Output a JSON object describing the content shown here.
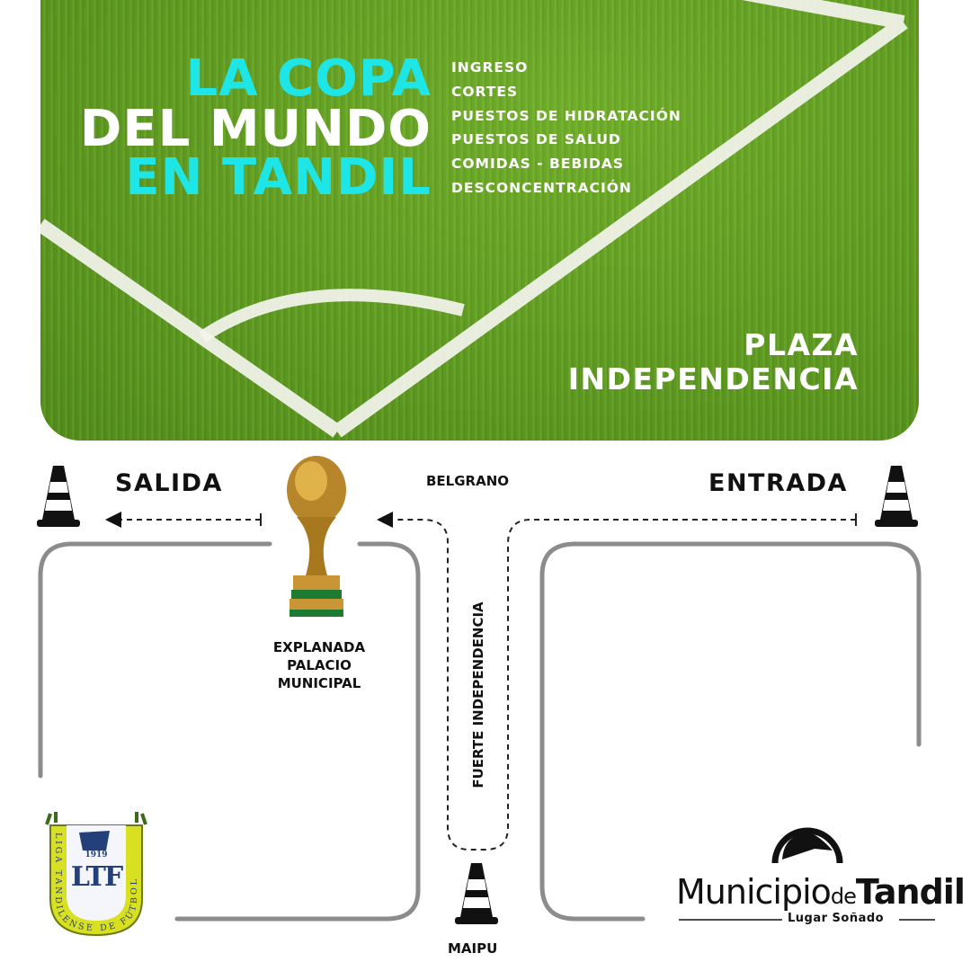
{
  "title": {
    "line1": "LA COPA",
    "line2": "DEL MUNDO",
    "line3": "EN TANDIL"
  },
  "legend_items": [
    "INGRESO",
    "CORTES",
    "PUESTOS DE HIDRATACIÓN",
    "PUESTOS DE SALUD",
    "COMIDAS - BEBIDAS",
    "DESCONCENTRACIÓN"
  ],
  "plaza": {
    "line1": "PLAZA",
    "line2": "INDEPENDENCIA"
  },
  "map": {
    "salida": "SALIDA",
    "entrada": "ENTRADA",
    "belgrano": "BELGRANO",
    "maipu": "MAIPU",
    "fuerte": "FUERTE INDEPENDENCIA",
    "explanada": {
      "line1": "EXPLANADA",
      "line2": "PALACIO",
      "line3": "MUNICIPAL"
    }
  },
  "logos": {
    "ltf": {
      "year": "1919",
      "initials": "LTF",
      "ring": "LIGA TANDILENSE DE FÚTBOL"
    },
    "municipio": {
      "name_light": "Municipio",
      "name_de": "de",
      "name_bold": "Tandil",
      "tagline": "Lugar Soñado"
    }
  },
  "colors": {
    "cyan": "#1ee6e6",
    "road": "#8c8c8c",
    "grass": "#66a327",
    "ltf_yellow": "#d9e021",
    "ltf_blue": "#24407a"
  }
}
